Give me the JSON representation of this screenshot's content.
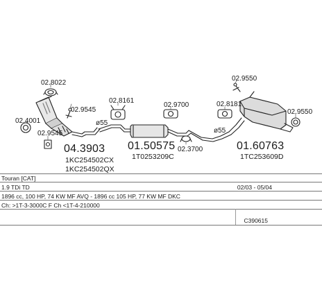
{
  "diagram": {
    "parts": [
      {
        "id": "02-8022",
        "label": "02.8022"
      },
      {
        "id": "02-4001",
        "label": "02.4001"
      },
      {
        "id": "02-9545-a",
        "label": "02.9545"
      },
      {
        "id": "02-9545-b",
        "label": "02.9545"
      },
      {
        "id": "02-8161",
        "label": "02.8161"
      },
      {
        "id": "02-9700",
        "label": "02.9700"
      },
      {
        "id": "02-3700",
        "label": "02.3700"
      },
      {
        "id": "02-8181",
        "label": "02.8181"
      },
      {
        "id": "02-9550-a",
        "label": "02.9550"
      },
      {
        "id": "02-9550-b",
        "label": "02.9550"
      }
    ],
    "diameters": [
      {
        "id": "dia-1",
        "label": "ø55"
      },
      {
        "id": "dia-2",
        "label": "ø55"
      }
    ],
    "assemblies": [
      {
        "number": "04.3903",
        "codes": [
          "1KC254502CX",
          "1KC254502QX"
        ]
      },
      {
        "number": "01.50575",
        "codes": [
          "1T0253209C"
        ]
      },
      {
        "number": "01.60763",
        "codes": [
          "1TC253609D"
        ]
      }
    ]
  },
  "info_table": {
    "model": "Touran [CAT]",
    "engine": "1.9 TDi TD",
    "production": "02/03 - 05/04",
    "specs": "1896 cc, 100 HP, 74 KW MF AVQ - 1896 cc 105 HP, 77 KW MF DKC",
    "chassis": "Ch: >1T-3-3000C F Ch <1T-4-210000",
    "ref": "C390615"
  }
}
